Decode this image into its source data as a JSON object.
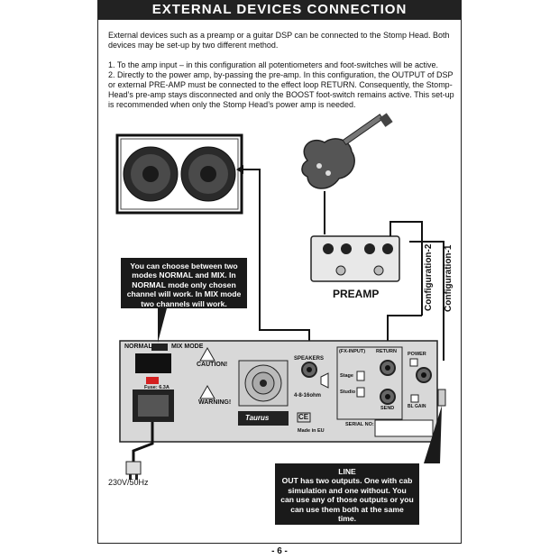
{
  "header": {
    "title": "EXTERNAL DEVICES CONNECTION"
  },
  "intro": {
    "paragraph": "External devices such as a preamp or a guitar DSP can be connected to the Stomp Head. Both devices may be set-up by two different method.",
    "item1": "1.  To the amp input – in this configuration all potentiometers and foot-switches will be active.",
    "item2": "2.  Directly to the power amp, by-passing the pre-amp. In this configuration, the OUTPUT of DSP or external PRE-AMP must be connected to the effect loop RETURN. Consequently, the Stomp- Head’s pre-amp stays disconnected and only the BOOST foot-switch remains active. This set-up is recommended when only the Stomp Head’s power amp is needed."
  },
  "diagram": {
    "preamp_label": "PREAMP",
    "config2": "Configuration-2",
    "config1": "Configuration-1",
    "callout_modes": "You can choose between two modes NORMAL and  MIX. In NORMAL mode only chosen channel will work. In MIX mode two channels will work.",
    "callout_line_title": "LINE",
    "callout_line_body": "OUT has two outputs. One with cab simulation and one without. You can use any of those outputs or you can use them both at the same time.",
    "power_label": "230V/50Hz",
    "panel": {
      "normal": "NORMAL",
      "mix_mode": "MIX MODE",
      "caution": "CAUTION!",
      "warning": "WARNING!",
      "fuse": "Fuse: 6.3A",
      "speakers": "SPEAKERS",
      "ohm": "4-8-16ohm",
      "fx_input": "(FX-INPUT)",
      "return": "RETURN",
      "send": "SEND",
      "stage": "Stage",
      "studio": "Studio",
      "power": "POWER",
      "gain": "BL GAIN",
      "serial": "SERIAL NO:",
      "made": "Made in EU",
      "brand": "Taurus",
      "ce": "CE"
    }
  },
  "footer": {
    "page": "- 6 -"
  },
  "colors": {
    "dark": "#1a1a1a",
    "panel": "#d8d8d8",
    "red": "#d42020"
  }
}
